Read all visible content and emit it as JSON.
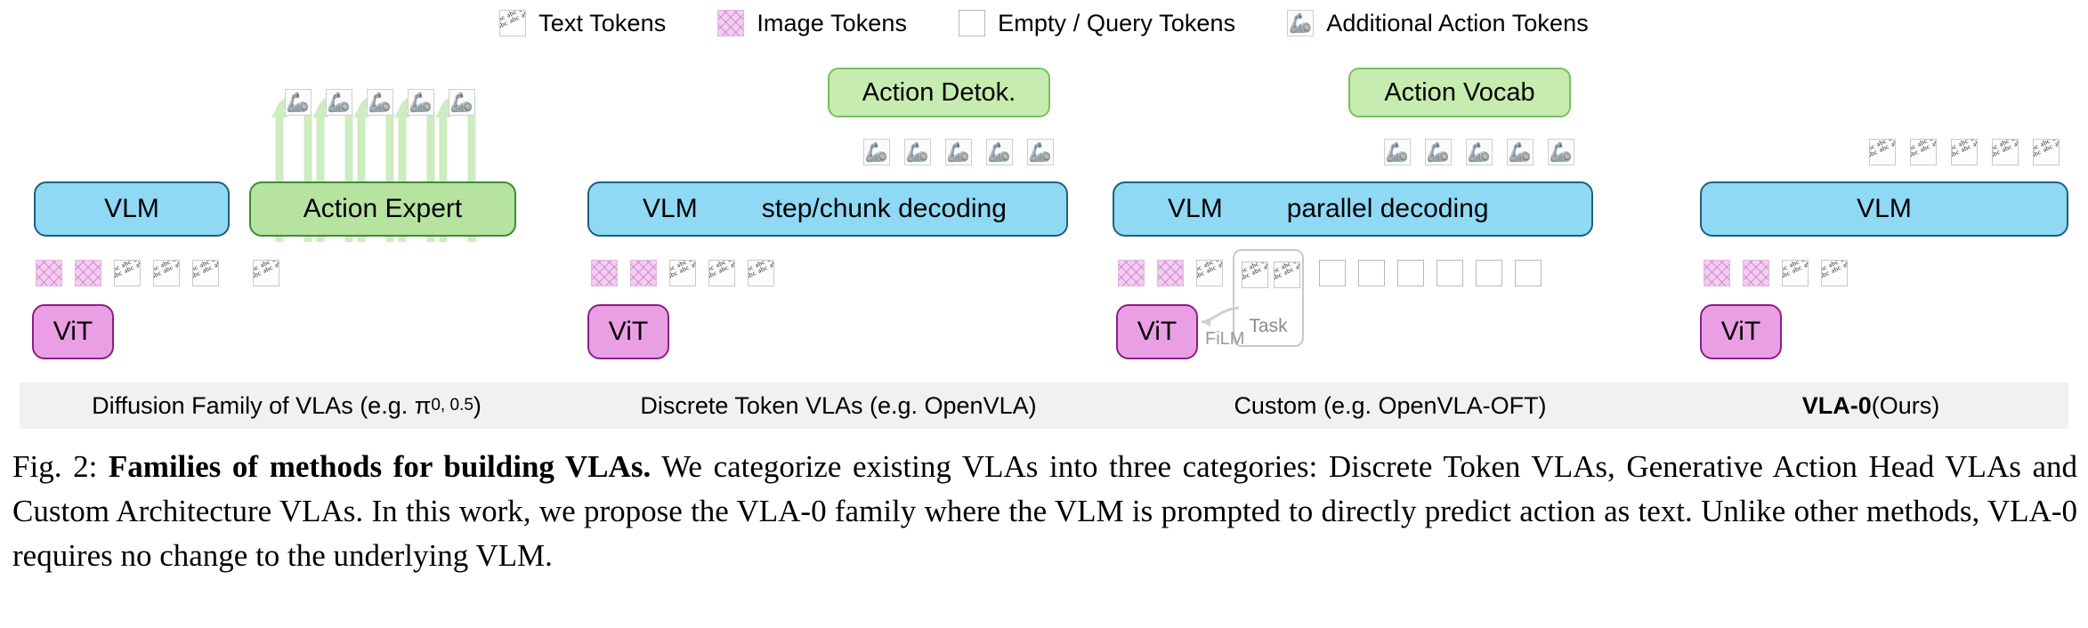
{
  "legend": {
    "items": [
      {
        "icon": "text-token-icon",
        "type": "text",
        "label": "Text Tokens"
      },
      {
        "icon": "image-token-icon",
        "type": "image",
        "label": "Image Tokens"
      },
      {
        "icon": "empty-token-icon",
        "type": "empty",
        "label": "Empty / Query Tokens"
      },
      {
        "icon": "action-token-icon",
        "type": "action",
        "label": "Additional Action Tokens",
        "glyph": "🦾"
      }
    ]
  },
  "panels": [
    {
      "id": "diffusion-family",
      "vlm_label": "VLM",
      "expert_label": "Action Expert",
      "vit_label": "ViT",
      "caption": "Diffusion Family of VLAs (e.g. π",
      "caption_sub": "0, 0.5",
      "caption_tail": ")",
      "bottom_tokens": [
        "image",
        "image",
        "text",
        "text",
        "text",
        "gap",
        "text"
      ],
      "action_tokens": 5,
      "loop_count": 5
    },
    {
      "id": "discrete-token-vlas",
      "header_label": "Action Detok.",
      "vlm_label": "VLM",
      "vlm_mode": "step/chunk decoding",
      "vit_label": "ViT",
      "caption": "Discrete Token VLAs (e.g. OpenVLA)",
      "bottom_tokens": [
        "image",
        "image",
        "text",
        "text",
        "text"
      ],
      "action_tokens": 5
    },
    {
      "id": "custom-openvla-oft",
      "header_label": "Action Vocab",
      "vlm_label": "VLM",
      "vlm_mode": "parallel decoding",
      "vit_label": "ViT",
      "film_label": "FiLM",
      "task_label": "Task",
      "caption": "Custom (e.g. OpenVLA-OFT)",
      "bottom_tokens": [
        "image",
        "image",
        "text"
      ],
      "task_tokens": [
        "text",
        "text"
      ],
      "empty_tokens": 6,
      "action_tokens": 5
    },
    {
      "id": "vla-0",
      "vlm_label": "VLM",
      "vit_label": "ViT",
      "caption_bold": "VLA-0",
      "caption_rest": " (Ours)",
      "bottom_tokens": [
        "image",
        "image",
        "text",
        "text"
      ],
      "top_text_tokens": 5
    }
  ],
  "figure_caption": {
    "prefix": "Fig. 2: ",
    "bold_title": "Families of methods for building VLAs.",
    "body": " We categorize existing VLAs into three categories: Discrete Token VLAs, Generative Action Head VLAs and Custom Architecture VLAs. In this work, we propose the VLA-0 family where the VLM is prompted to directly predict action as text. Unlike other methods, VLA-0 requires no change to the underlying VLM."
  },
  "colors": {
    "blue_fill": "#8fd9f5",
    "blue_stroke": "#1e5f7a",
    "green_fill": "#c6ecb0",
    "green_stroke": "#79bf5e",
    "expert_fill": "#b7e3a1",
    "expert_stroke": "#3e8b33",
    "vit_fill": "#ea9fe4",
    "vit_stroke": "#8b1f86",
    "band_bg": "#f1f1f1",
    "loop_arrow": "#cdecc0"
  }
}
